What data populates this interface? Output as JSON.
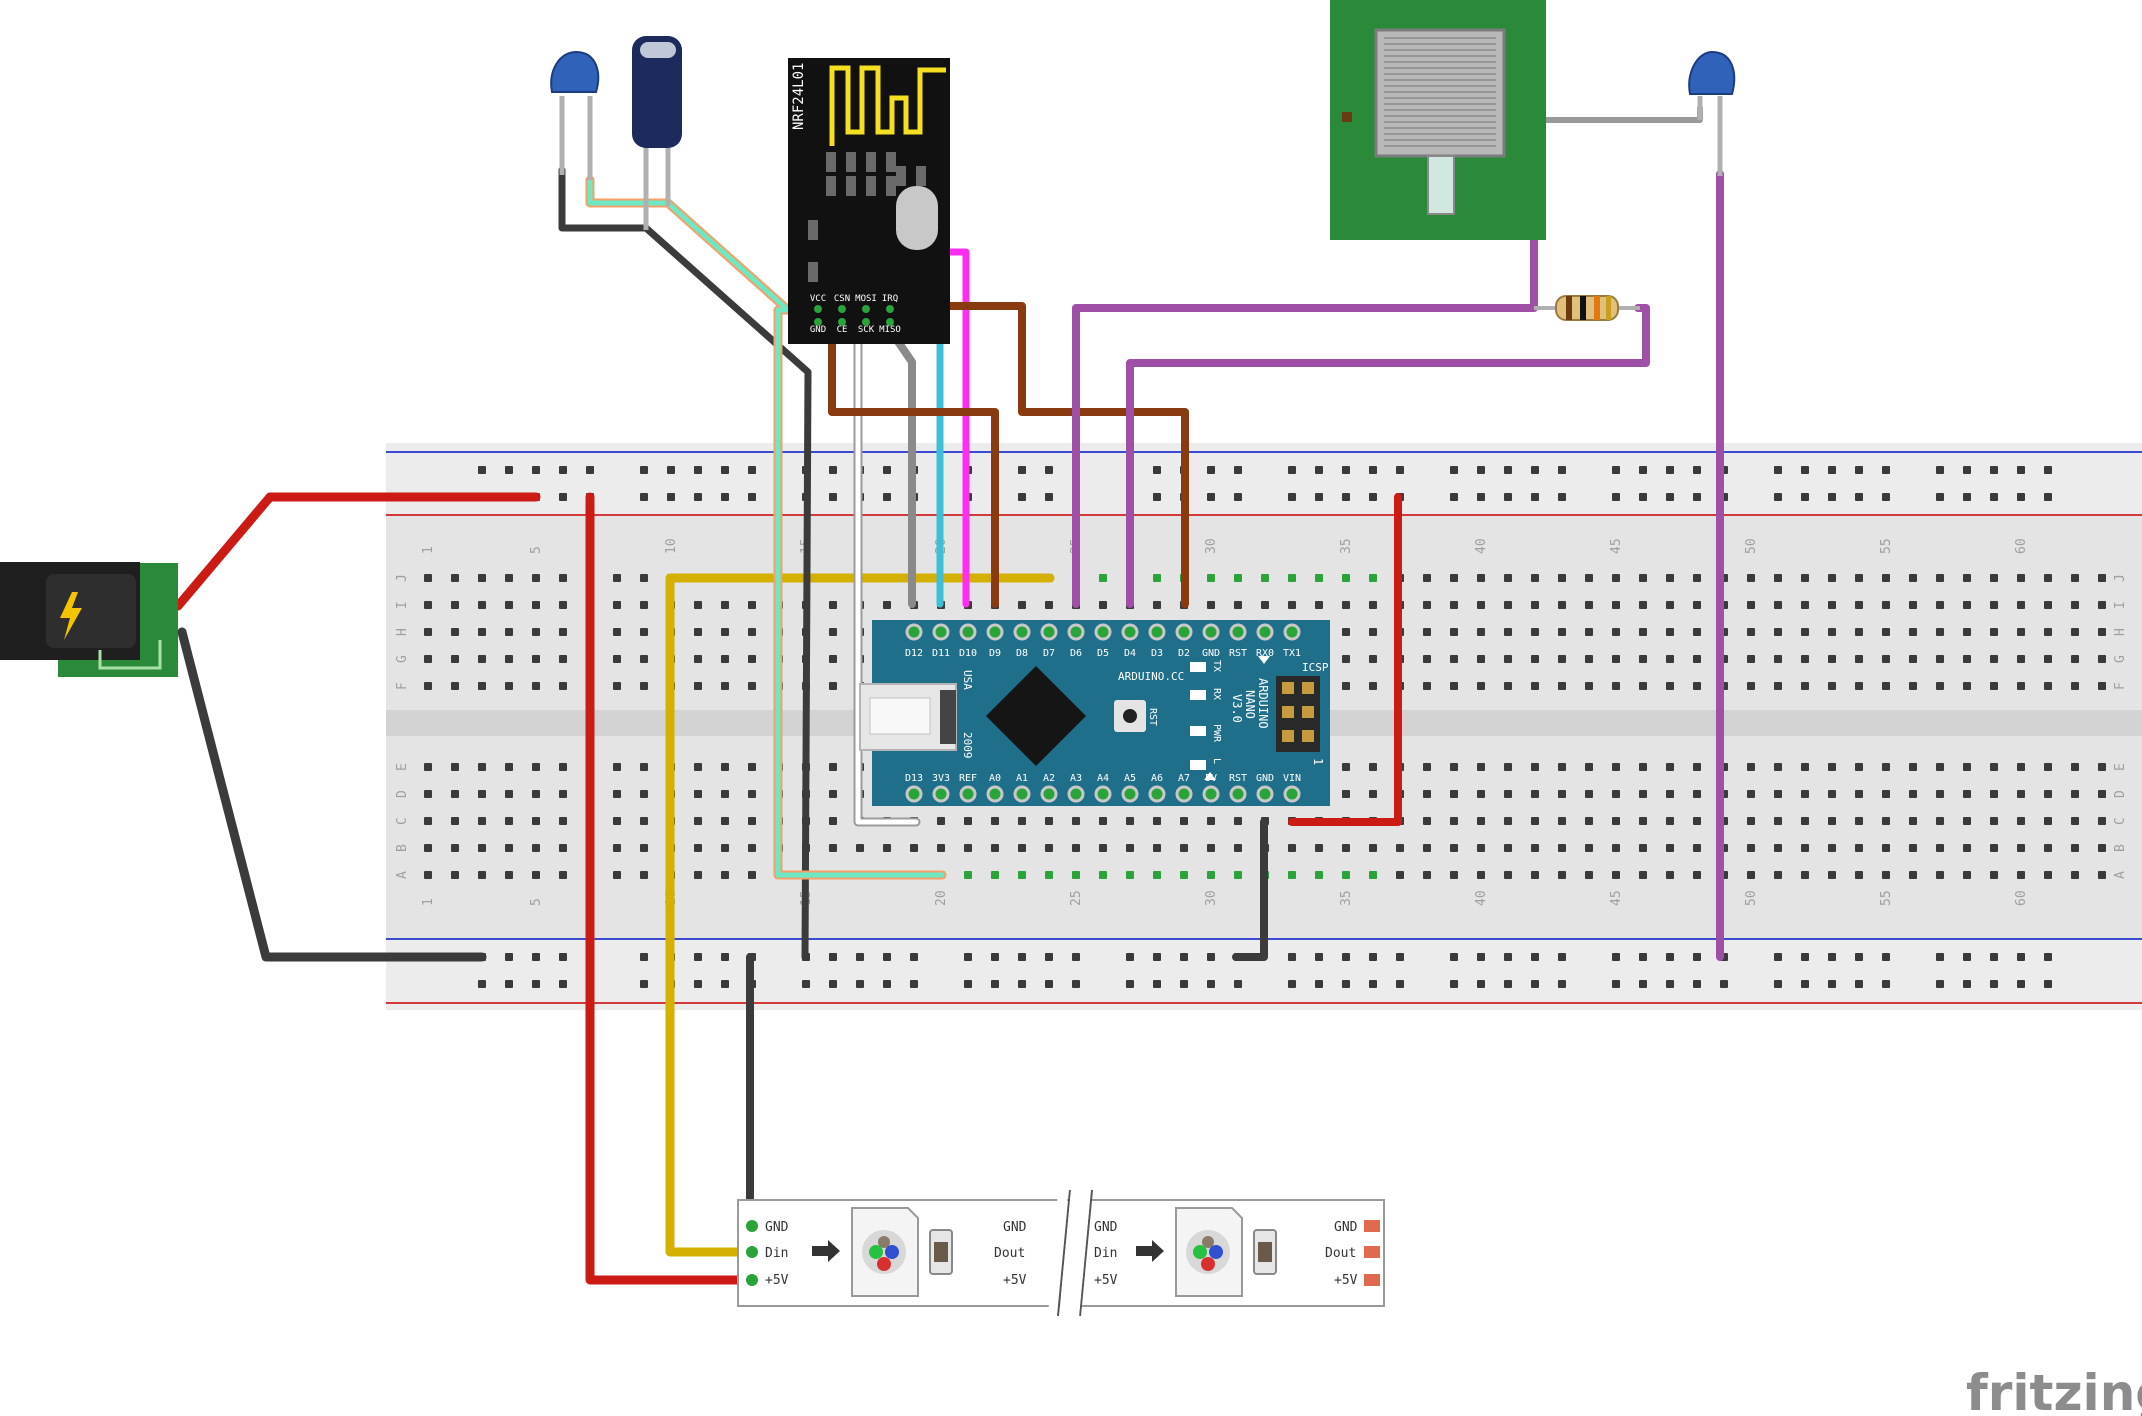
{
  "watermark": "fritzing",
  "breadboard": {
    "col_numbers": [
      "1",
      "5",
      "10",
      "15",
      "20",
      "25",
      "30",
      "35",
      "40",
      "45",
      "50",
      "55",
      "60"
    ],
    "rows_top": [
      "J",
      "I",
      "H",
      "G",
      "F"
    ],
    "rows_bottom": [
      "E",
      "D",
      "C",
      "B",
      "A"
    ]
  },
  "nrf": {
    "label": "NRF24L01",
    "pins": [
      "VCC",
      "CSN",
      "MOSI",
      "IRQ",
      "GND",
      "CE",
      "SCK",
      "MISO"
    ]
  },
  "nano": {
    "top_pins": [
      "D12",
      "D11",
      "D10",
      "D9",
      "D8",
      "D7",
      "D6",
      "D5",
      "D4",
      "D3",
      "D2",
      "GND",
      "RST",
      "RX0",
      "TX1"
    ],
    "bottom_pins": [
      "D13",
      "3V3",
      "REF",
      "A0",
      "A1",
      "A2",
      "A3",
      "A4",
      "A5",
      "A6",
      "A7",
      "5V",
      "RST",
      "GND",
      "VIN"
    ],
    "brand": "ARDUINO.CC",
    "name_lines": [
      "ARDUINO",
      "NANO",
      "V3.0"
    ],
    "usa": "USA",
    "year": "2009",
    "icsp": "ICSP",
    "rst": "RST",
    "leds": [
      "TX",
      "RX",
      "PWR",
      "L"
    ],
    "icsp_one": "1"
  },
  "strip": {
    "left_labels": [
      "GND",
      "Din",
      "+5V"
    ],
    "right_labels": [
      "GND",
      "Dout",
      "+5V"
    ],
    "left2_labels": [
      "GND",
      "Din",
      "+5V"
    ],
    "right2_labels": [
      "GND",
      "Dout",
      "+5V"
    ]
  },
  "colors": {
    "red": "#cc1b14",
    "black": "#3b3b3b",
    "yellow": "#d4b000",
    "brown": "#8a3a0f",
    "purple": "#a04fa6",
    "magenta": "#ff2df0",
    "gray": "#8a8a8a",
    "cyan": "#3cc0d8",
    "teal": "#5ad4b0",
    "board": "#1f6f8b",
    "pcb_green": "#2a8a3a"
  }
}
